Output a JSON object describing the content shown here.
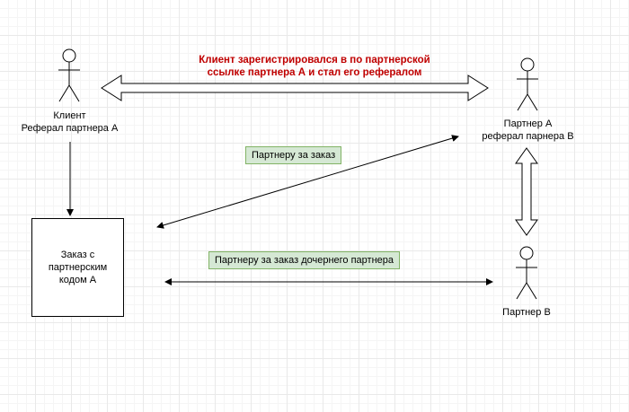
{
  "headline": {
    "line1": "Клиент зарегистрировался в по партнерской",
    "line2": "ссылке партнера А и стал его рефералом"
  },
  "actors": {
    "client": {
      "line1": "Клиент",
      "line2": "Реферал партнера А"
    },
    "partner_a": {
      "line1": "Партнер А",
      "line2": "реферал парнера В"
    },
    "partner_b": {
      "line1": "Партнер В"
    }
  },
  "order_box": {
    "line1": "Заказ с",
    "line2": "партнерским",
    "line3": "кодом А"
  },
  "labels": {
    "order_reward": "Партнеру за заказ",
    "child_order_reward": "Партнеру за заказ дочернего партнера"
  },
  "colors": {
    "headline": "#c00000",
    "label_fill": "#d5e8d4",
    "label_border": "#82b366"
  }
}
